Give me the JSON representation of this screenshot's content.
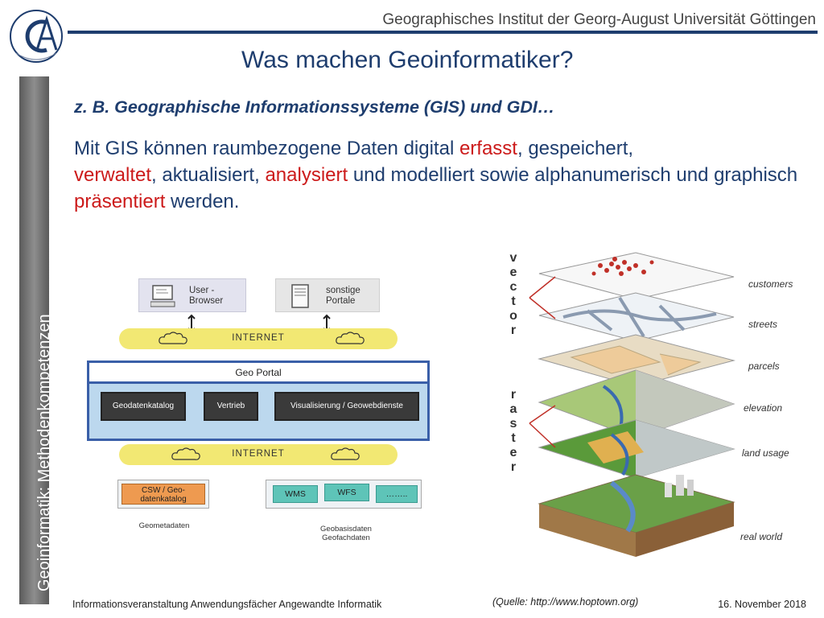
{
  "header": {
    "institute": "Geographisches Institut der Georg-August Universität Göttingen",
    "title": "Was machen Geoinformatiker?"
  },
  "sidebar": {
    "label": "Geoinformatik: Methodenkompetenzen"
  },
  "content": {
    "subtitle": "z. B. Geographische Informationssysteme (GIS) und GDI…",
    "p1": "Mit GIS können raumbezogene Daten digital ",
    "w_erfasst": "erfasst",
    "p2": ", gespeichert,",
    "w_verwaltet": "verwaltet",
    "p3": ", aktualisiert, ",
    "w_analysiert": "analysiert",
    "p4": " und modelliert sowie alphanumerisch und graphisch ",
    "w_praesentiert": "präsentiert",
    "p5": " werden."
  },
  "diagram": {
    "user_browser_line1": "User -",
    "user_browser_line2": "Browser",
    "portale_line1": "sonstige",
    "portale_line2": "Portale",
    "internet": "INTERNET",
    "geo_portal": "Geo Portal",
    "geodatenkatalog": "Geodatenkatalog",
    "vertrieb": "Vertrieb",
    "visualisierung": "Visualisierung / Geowebdienste",
    "csw_line1": "CSW / Geo-",
    "csw_line2": "datenkatalog",
    "wms": "WMS",
    "wfs": "WFS",
    "dots": "……..",
    "geometadaten": "Geometadaten",
    "geobasisdaten": "Geobasisdaten",
    "geofachdaten": "Geofachdaten"
  },
  "layers": {
    "vector_letters": [
      "v",
      "e",
      "c",
      "t",
      "o",
      "r"
    ],
    "raster_letters": [
      "r",
      "a",
      "s",
      "t",
      "e",
      "r"
    ],
    "labels": [
      "customers",
      "streets",
      "parcels",
      "elevation",
      "land usage",
      "real world"
    ]
  },
  "footer": {
    "left": "Informationsveranstaltung Anwendungsfächer Angewandte Informatik",
    "source": "(Quelle: http://www.hoptown.org)",
    "date": "16. November 2018"
  },
  "colors": {
    "accent": "#1e3d6e",
    "highlight": "#cc1a1a",
    "internet": "#f2e873",
    "geoportal": "#bcd8ee"
  }
}
